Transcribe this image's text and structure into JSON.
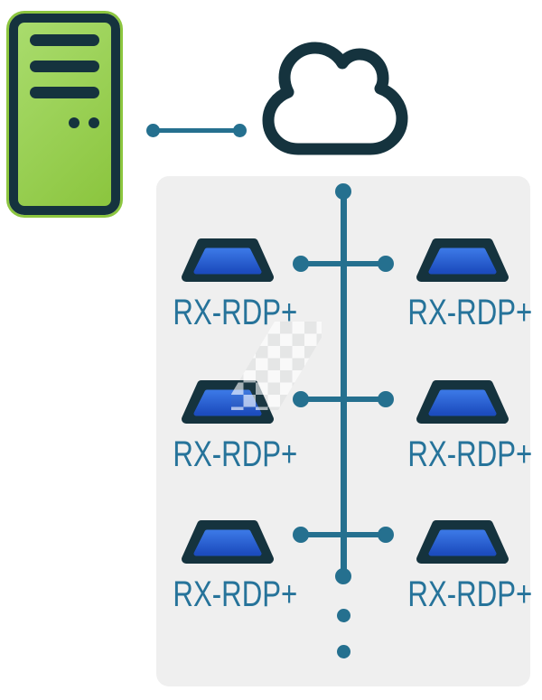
{
  "diagram_type": "network-topology",
  "devices": [
    {
      "label": "RX-RDP+"
    },
    {
      "label": "RX-RDP+"
    },
    {
      "label": "RX-RDP+"
    },
    {
      "label": "RX-RDP+"
    },
    {
      "label": "RX-RDP+"
    },
    {
      "label": "RX-RDP+"
    }
  ],
  "icons": {
    "server": "server-tower-icon",
    "cloud": "cloud-icon",
    "device": "display-trapezoid-icon",
    "more": "ellipsis-dots"
  },
  "colors": {
    "outline_navy": "#15333E",
    "server_green": "#8CC63F",
    "server_green_light": "#A9DC6D",
    "link_teal": "#25708F",
    "device_blue": "#1C4CBE",
    "device_blue_light": "#3A76E4",
    "panel_bg": "#EFEFEF",
    "label_text": "#26739A",
    "background": "#FFFFFF"
  }
}
